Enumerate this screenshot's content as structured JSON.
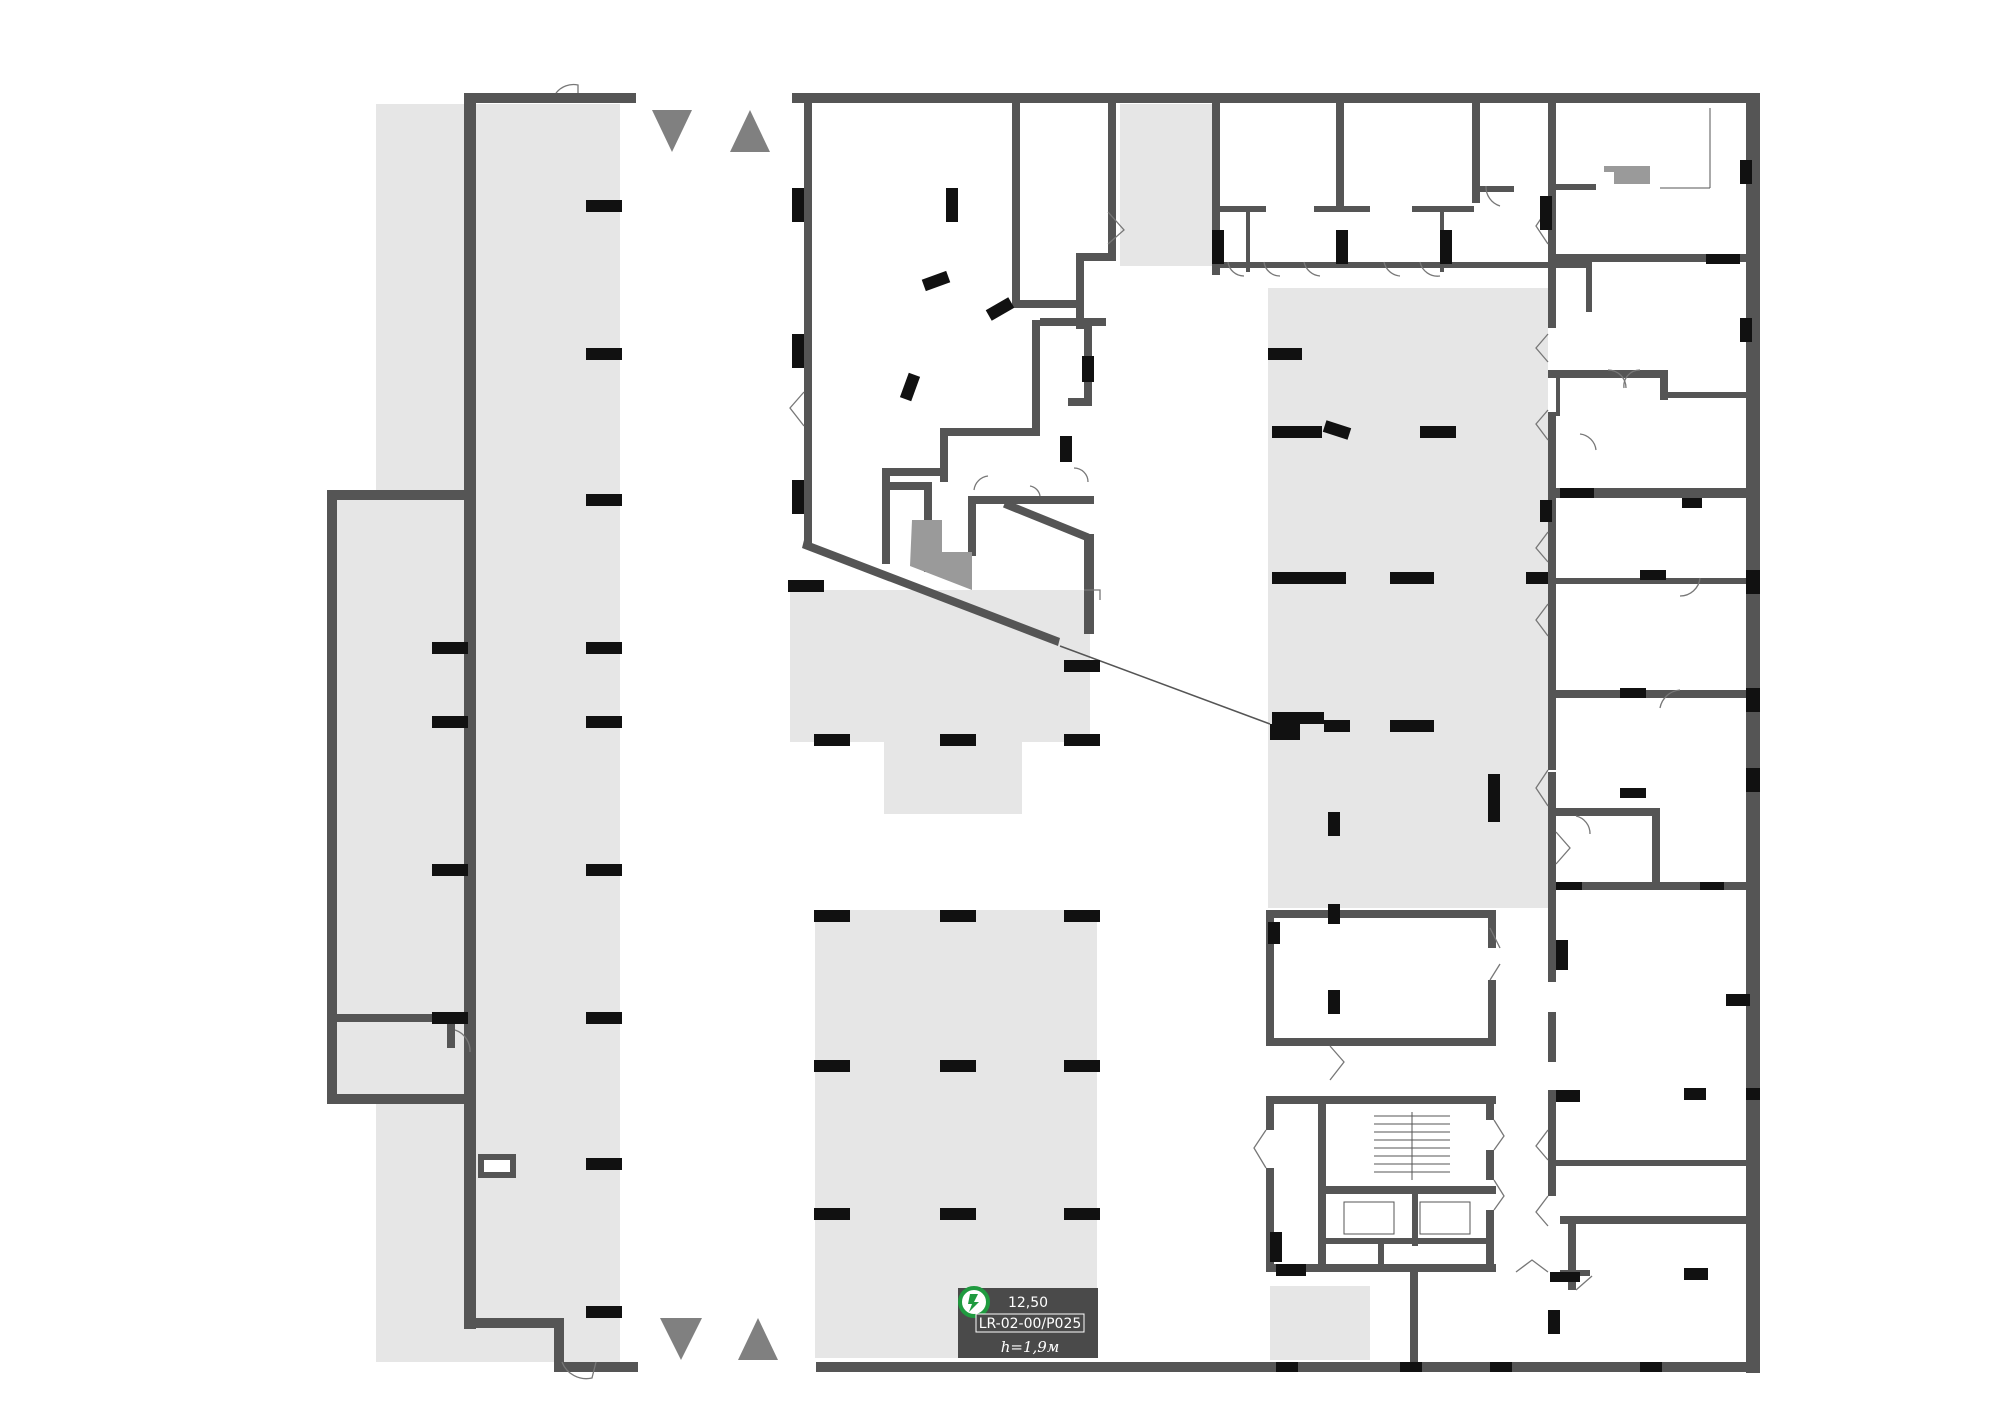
{
  "parking_badge": {
    "area": "12,50",
    "id": "LR-02-00/P025",
    "height": "h=1,9м",
    "icon": "ev-charging-icon",
    "icon_color": "#1f9a3f"
  },
  "colors": {
    "wall": "#555555",
    "parking_zone": "#e6e6e6",
    "column": "#111111",
    "arrow": "#808080"
  }
}
